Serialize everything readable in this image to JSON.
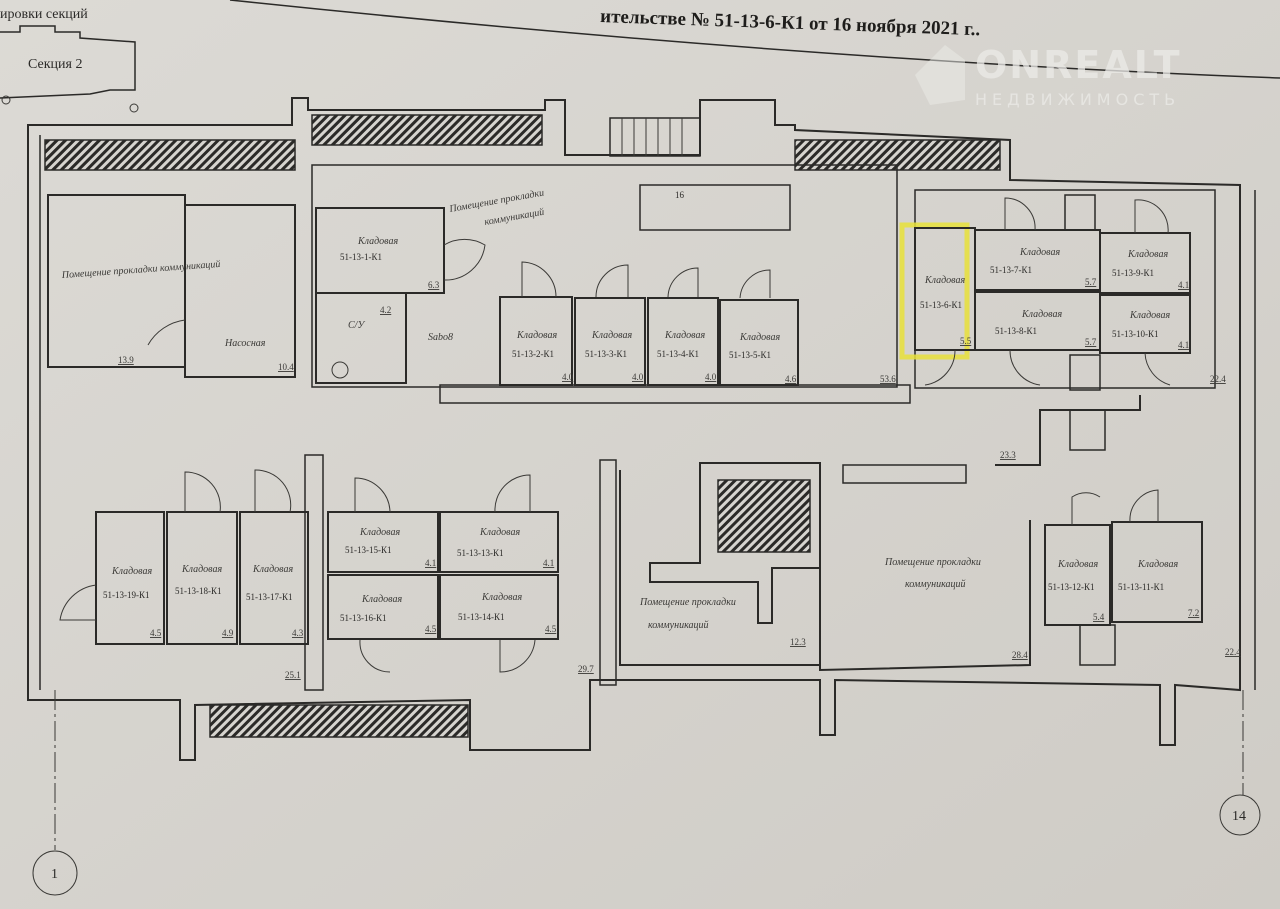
{
  "header": {
    "title_fragment": "ительстве № 51-13-6-К1 от 16 ноября 2021 г..",
    "left_fragment": "ировки секций",
    "section_label": "Секция 2"
  },
  "watermark": {
    "brand": "ONREALT",
    "sub": "НЕДВИЖИМОСТЬ"
  },
  "axes": {
    "left": "1",
    "right": "14"
  },
  "highlight_color": "#e8e03a",
  "rooms": {
    "comm_left": {
      "name": "Помещение прокладки коммуникаций",
      "area": "13.9"
    },
    "pump": {
      "name": "Насосная",
      "area": "10.4"
    },
    "k1": {
      "name": "Кладовая",
      "code": "51-13-1-К1",
      "area": "6.3"
    },
    "wc": {
      "name": "С/У",
      "area": "4.2",
      "note": "Sabo8"
    },
    "comm_top": {
      "name_1": "Помещение прокладки",
      "name_2": "коммуникаций",
      "area": "53.6"
    },
    "stair_top": {
      "label": "16"
    },
    "k2": {
      "name": "Кладовая",
      "code": "51-13-2-К1",
      "area": "4.0"
    },
    "k3": {
      "name": "Кладовая",
      "code": "51-13-3-К1",
      "area": "4.0"
    },
    "k4": {
      "name": "Кладовая",
      "code": "51-13-4-К1",
      "area": "4.0"
    },
    "k5": {
      "name": "Кладовая",
      "code": "51-13-5-К1",
      "area": "4.6"
    },
    "k6": {
      "name": "Кладовая",
      "code": "51-13-6-К1",
      "area": "5.5"
    },
    "k7": {
      "name": "Кладовая",
      "code": "51-13-7-К1",
      "area": "5.7"
    },
    "k8": {
      "name": "Кладовая",
      "code": "51-13-8-К1",
      "area": "5.7"
    },
    "k9": {
      "name": "Кладовая",
      "code": "51-13-9-К1",
      "area": "4.1"
    },
    "k10": {
      "name": "Кладовая",
      "code": "51-13-10-К1",
      "area": "4.1"
    },
    "hall_right_top": {
      "area": "22.4"
    },
    "corridor": {
      "area": "23.3"
    },
    "k11": {
      "name": "Кладовая",
      "code": "51-13-11-К1",
      "area": "7.2"
    },
    "k12": {
      "name": "Кладовая",
      "code": "51-13-12-К1",
      "area": "5.4"
    },
    "k13": {
      "name": "Кладовая",
      "code": "51-13-13-К1",
      "area": "4.1"
    },
    "k14": {
      "name": "Кладовая",
      "code": "51-13-14-К1",
      "area": "4.5"
    },
    "k15": {
      "name": "Кладовая",
      "code": "51-13-15-К1",
      "area": "4.1"
    },
    "k16": {
      "name": "Кладовая",
      "code": "51-13-16-К1",
      "area": "4.5"
    },
    "k17": {
      "name": "Кладовая",
      "code": "51-13-17-К1",
      "area": "4.3"
    },
    "k18": {
      "name": "Кладовая",
      "code": "51-13-18-К1",
      "area": "4.9"
    },
    "k19": {
      "name": "Кладовая",
      "code": "51-13-19-К1",
      "area": "4.5"
    },
    "hall_left_bottom": {
      "area": "25.1"
    },
    "hall_mid_bottom": {
      "area": "29.7"
    },
    "comm_bottom_small": {
      "name_1": "Помещение прокладки",
      "name_2": "коммуникаций",
      "area": "12.3"
    },
    "comm_bottom_big": {
      "name_1": "Помещение прокладки",
      "name_2": "коммуникаций",
      "area": "28.4"
    },
    "hall_right_bottom": {
      "area": "22.4"
    }
  }
}
